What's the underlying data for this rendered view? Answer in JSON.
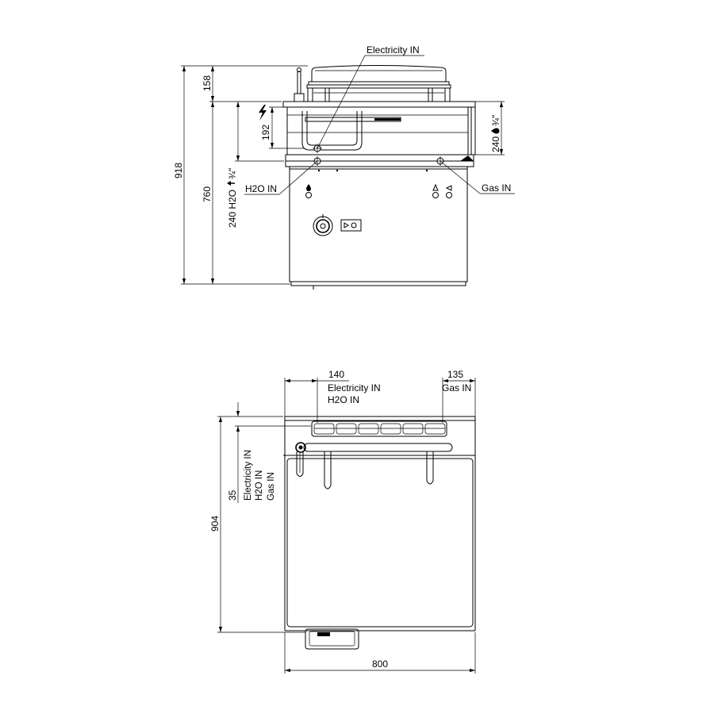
{
  "colors": {
    "line": "#000000",
    "background": "#ffffff"
  },
  "icons": {
    "electric": "lightning-icon",
    "water": "arrow-up-icon",
    "gas": "gas-drop-icon",
    "connection": "crosshair-circle-icon"
  },
  "front_view": {
    "electricity_label": "Electricity IN",
    "h2o_label": "H2O IN",
    "gas_label": "Gas IN",
    "dim_total_height": "918",
    "dim_lid_height": "158",
    "dim_body_height": "760",
    "dim_electric_height": "192",
    "dim_h2o_height": "240 H2O",
    "dim_h2o_fraction": "¾\"",
    "dim_gas_height": "240",
    "dim_gas_fraction": "¾\""
  },
  "plan_view": {
    "dim_left_offset": "140",
    "dim_right_offset": "135",
    "top_left_label_1": "Electricity IN",
    "top_left_label_2": "H2O IN",
    "top_right_label": "Gas IN",
    "dim_depth": "904",
    "dim_back_offset": "35",
    "side_labels": [
      "Electricity IN",
      "H2O IN",
      "Gas IN"
    ],
    "dim_width": "800"
  }
}
